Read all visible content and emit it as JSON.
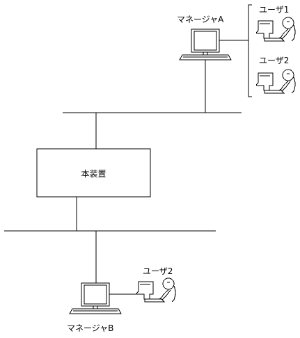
{
  "main_unit": {
    "label": "本装置"
  },
  "manager_a": {
    "label": "マネージャA",
    "users": [
      {
        "label": "ユーザ1"
      },
      {
        "label": "ユーザ2"
      }
    ]
  },
  "manager_b": {
    "label": "マネージャB",
    "users": [
      {
        "label": "ユーザ2"
      }
    ]
  },
  "colors": {
    "line": "#000000",
    "background": "#ffffff"
  },
  "icons": [
    "computer-terminal-icon",
    "user-at-computer-icon"
  ]
}
